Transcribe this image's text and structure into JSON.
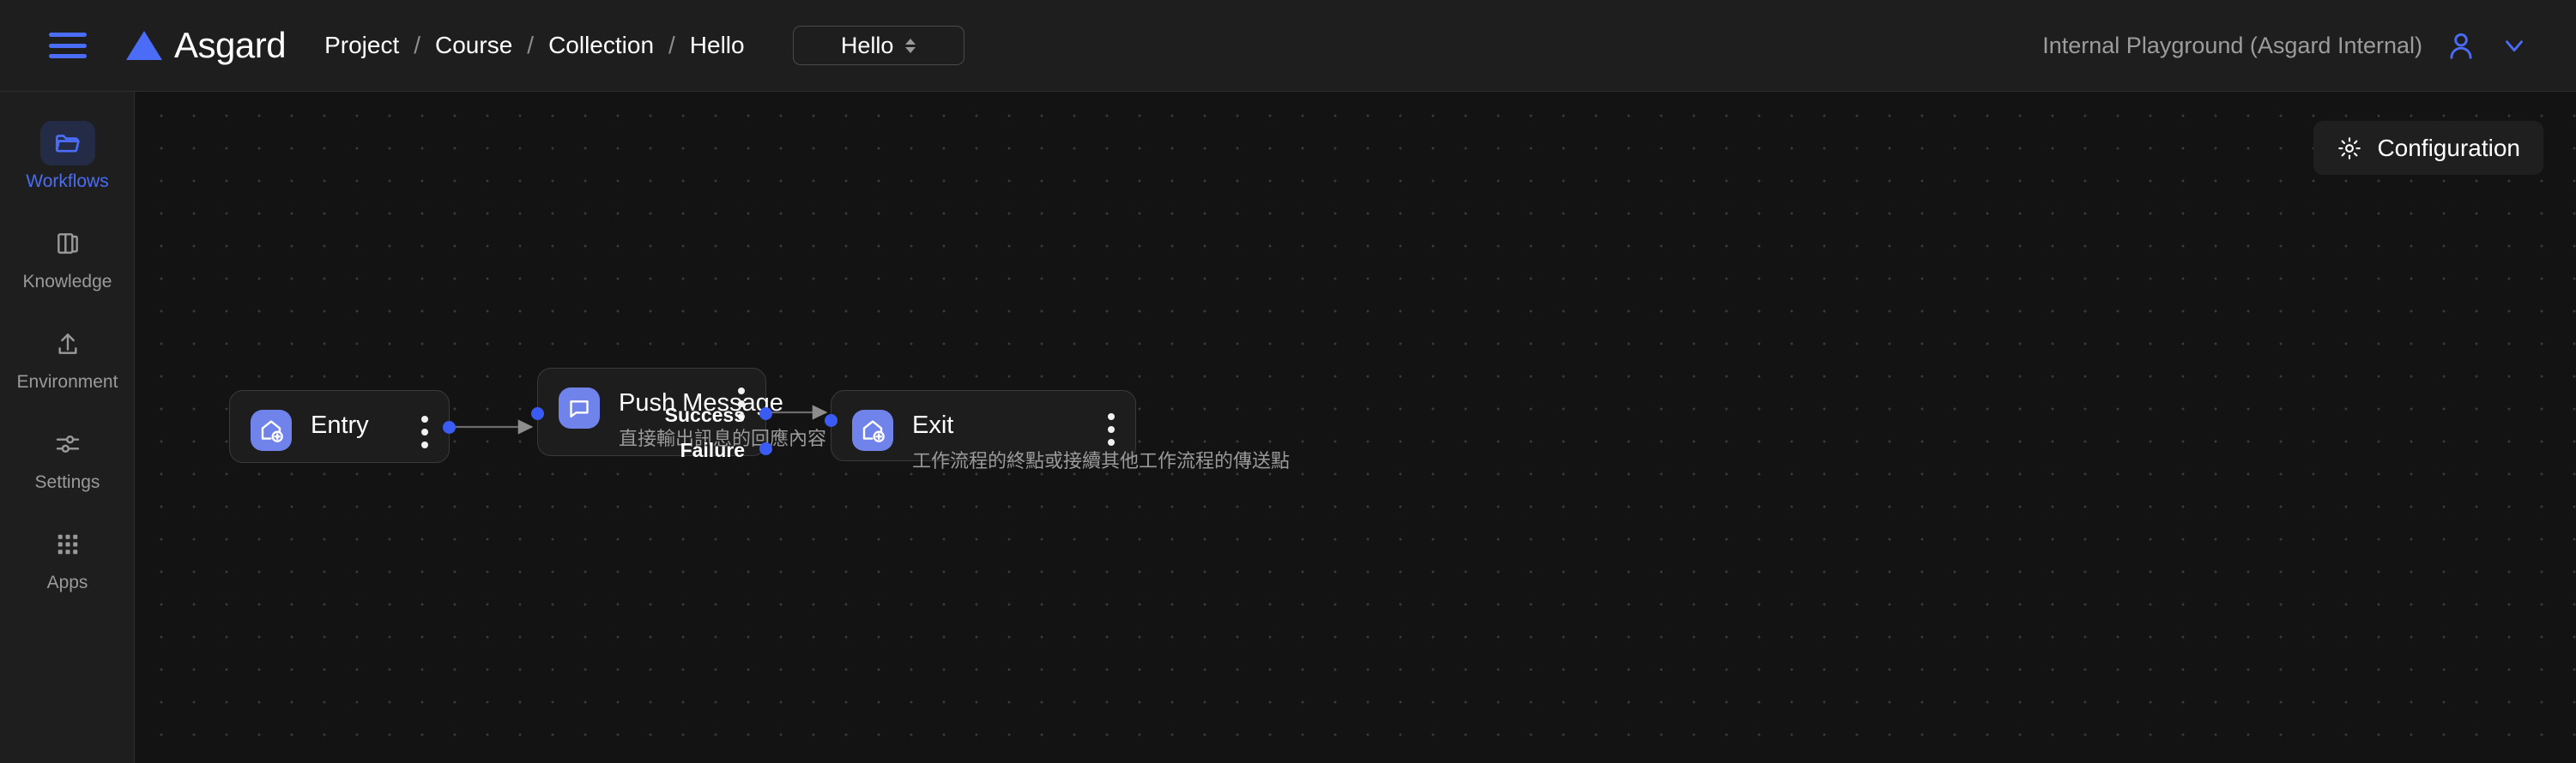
{
  "topbar": {
    "menu_icon": "hamburger-icon",
    "logo_icon": "triangle-logo-icon",
    "brand": "Asgard",
    "breadcrumb": [
      "Project",
      "Course",
      "Collection",
      "Hello"
    ],
    "breadcrumb_separator": "/",
    "selector": {
      "value": "Hello",
      "icon": "up-down-chevron-icon"
    },
    "org": "Internal Playground (Asgard Internal)",
    "user_icon": "user-avatar-icon",
    "caret_icon": "chevron-down-icon",
    "accent": "#4a6cf7"
  },
  "sidebar": {
    "items": [
      {
        "label": "Workflows",
        "icon": "folder-icon",
        "active": true
      },
      {
        "label": "Knowledge",
        "icon": "book-icon",
        "active": false
      },
      {
        "label": "Environment",
        "icon": "upload-icon",
        "active": false
      },
      {
        "label": "Settings",
        "icon": "sliders-icon",
        "active": false
      },
      {
        "label": "Apps",
        "icon": "grid-dots-icon",
        "active": false
      }
    ],
    "active_color": "#4a6cf7",
    "inactive_color": "#9a9a9a"
  },
  "canvas": {
    "configuration": {
      "label": "Configuration",
      "icon": "gear-icon"
    },
    "node_icon_color": "#6f83ea",
    "port_color": "#3b5bf5",
    "nodes": [
      {
        "id": "entry",
        "title": "Entry",
        "subtitle": "",
        "icon": "home-plus-icon",
        "menu_icon": "kebab-menu-icon",
        "outputs": [
          ""
        ]
      },
      {
        "id": "push",
        "title": "Push Message",
        "subtitle": "直接輸出訊息的回應內容",
        "icon": "chat-bubble-icon",
        "menu_icon": "kebab-menu-icon",
        "outputs": [
          "Success",
          "Failure"
        ]
      },
      {
        "id": "exit",
        "title": "Exit",
        "subtitle": "工作流程的終點或接續其他工作流程的傳送點",
        "icon": "home-plus-icon",
        "menu_icon": "kebab-menu-icon",
        "outputs": []
      }
    ]
  }
}
